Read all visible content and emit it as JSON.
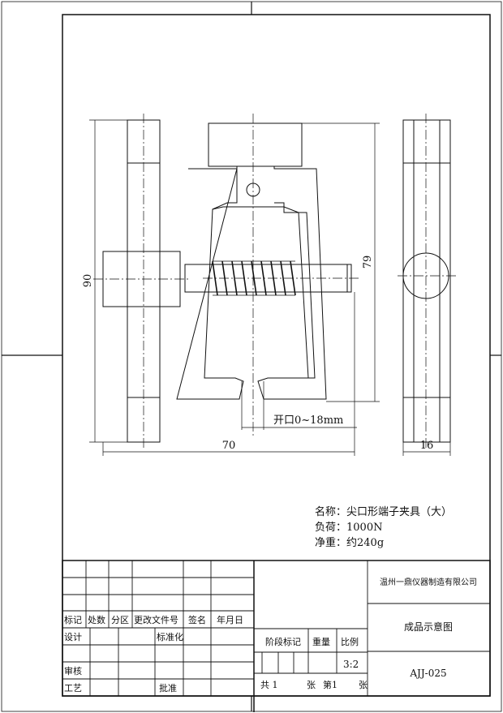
{
  "dimensions": {
    "height": "90",
    "height_jaw": "79",
    "width": "70",
    "thickness": "16",
    "opening": "开口0~18mm"
  },
  "notes": {
    "name": "名称：尖口形端子夹具（大）",
    "load": "负荷：1000N",
    "weight": "净重：约240g"
  },
  "title_block": {
    "company": "温州一鼎仪器制造有限公司",
    "drawing_title": "成品示意图",
    "drawing_number": "AJJ-025",
    "scale": "3:2",
    "headers": [
      "标记",
      "处数",
      "分区",
      "更改文件号",
      "签名",
      "年月日"
    ],
    "design": "设计",
    "standardization": "标准化",
    "review": "审核",
    "process": "工艺",
    "approve": "批准",
    "stage_mark": "阶段标记",
    "weight_label": "重量",
    "scale_label": "比例",
    "sheets_total": "共  1",
    "sheet_unit": "张",
    "sheet_no": "第1",
    "sheet_unit2": "张"
  }
}
